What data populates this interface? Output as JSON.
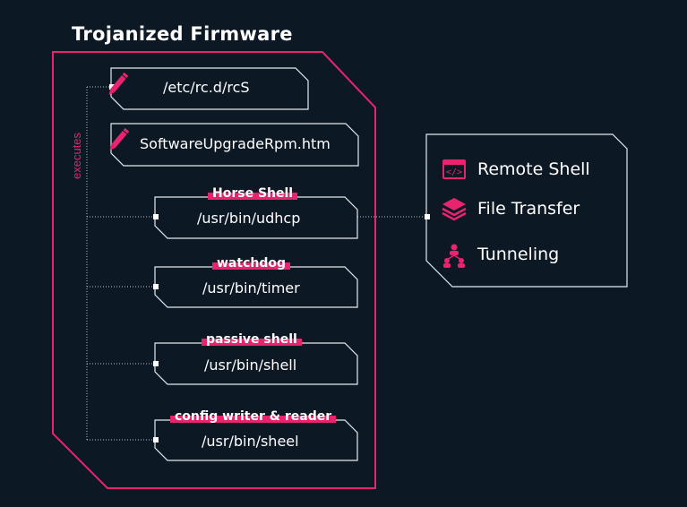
{
  "title": "Trojanized Firmware",
  "executes_label": "executes",
  "files": [
    {
      "path": "/etc/rc.d/rcS",
      "icon": "pencil-icon"
    },
    {
      "path": "SoftwareUpgradeRpm.htm",
      "icon": "pencil-icon"
    }
  ],
  "executables": [
    {
      "tag": "Horse Shell",
      "path": "/usr/bin/udhcp"
    },
    {
      "tag": "watchdog",
      "path": "/usr/bin/timer"
    },
    {
      "tag": "passive shell",
      "path": "/usr/bin/shell"
    },
    {
      "tag": "config writer & reader",
      "path": "/usr/bin/sheel"
    }
  ],
  "capabilities": [
    {
      "label": "Remote Shell",
      "icon": "code-window-icon"
    },
    {
      "label": "File Transfer",
      "icon": "layers-icon"
    },
    {
      "label": "Tunneling",
      "icon": "network-people-icon"
    }
  ],
  "colors": {
    "background": "#0d1825",
    "accent": "#e8246f",
    "box_stroke": "#e6e9ee",
    "connector": "#b9c0c8"
  }
}
